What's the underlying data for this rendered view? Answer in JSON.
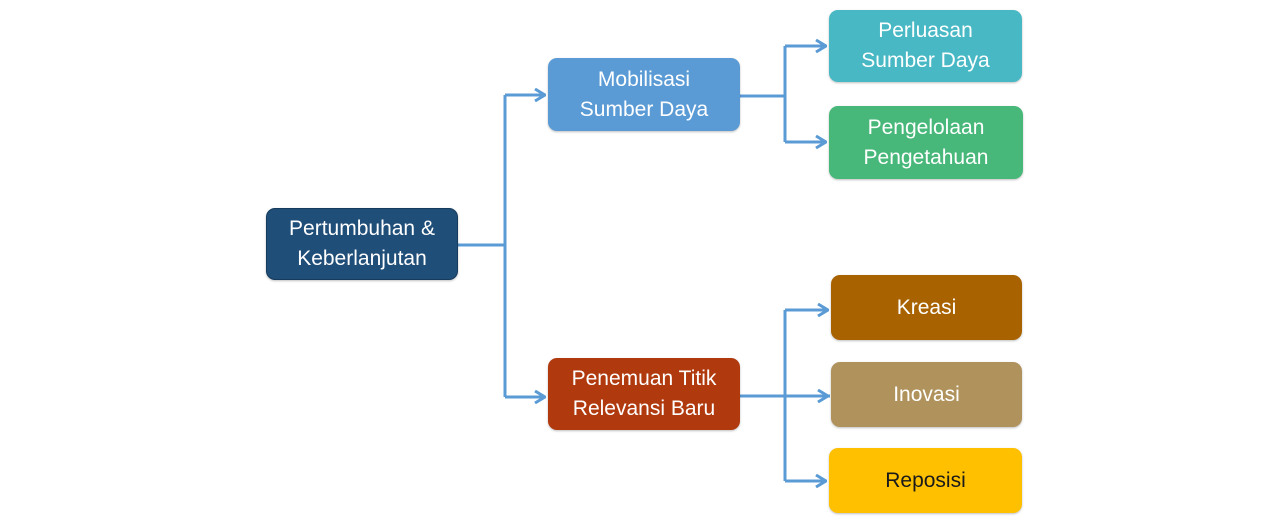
{
  "diagram": {
    "root": {
      "lines": [
        "Pertumbuhan &",
        "Keberlanjutan"
      ],
      "color": "#1f4e79"
    },
    "branches": [
      {
        "lines": [
          "Mobilisasi",
          "Sumber Daya"
        ],
        "color": "#5b9bd5",
        "children": [
          {
            "lines": [
              "Perluasan",
              "Sumber Daya"
            ],
            "color": "#47b8c4"
          },
          {
            "lines": [
              "Pengelolaan",
              "Pengetahuan"
            ],
            "color": "#47b879"
          }
        ]
      },
      {
        "lines": [
          "Penemuan Titik",
          "Relevansi Baru"
        ],
        "color": "#b03a0e",
        "children": [
          {
            "lines": [
              "Kreasi"
            ],
            "color": "#a86300"
          },
          {
            "lines": [
              "Inovasi"
            ],
            "color": "#b0925c"
          },
          {
            "lines": [
              "Reposisi"
            ],
            "color": "#ffc000"
          }
        ]
      }
    ],
    "connector_color": "#5b9bd5"
  }
}
